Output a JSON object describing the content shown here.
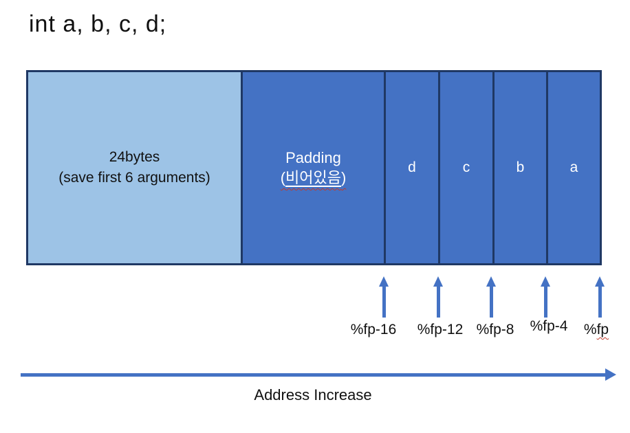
{
  "title": "int a, b, c, d;",
  "bar": {
    "saved_args": {
      "line1": "24bytes",
      "line2": "(save first 6 arguments)"
    },
    "padding": {
      "line1": "Padding",
      "open_paren": "(",
      "korean": "비어있음",
      "close_paren": ")"
    },
    "cells": [
      {
        "label": "d"
      },
      {
        "label": "c"
      },
      {
        "label": "b"
      },
      {
        "label": "a"
      }
    ]
  },
  "pointers": [
    {
      "label": "%fp-16"
    },
    {
      "label": "%fp-12"
    },
    {
      "label": "%fp-8"
    },
    {
      "label": "%fp-4"
    },
    {
      "prefix": "%",
      "rest": "fp"
    }
  ],
  "axis": {
    "label": "Address Increase"
  },
  "colors": {
    "segment_light_blue": "#9DC3E6",
    "segment_blue": "#4472C4",
    "border_navy": "#1F3864",
    "arrow_blue": "#4472C4",
    "text_black": "#111111",
    "text_white": "#FFFFFF",
    "spellcheck_red": "#C0392B"
  }
}
